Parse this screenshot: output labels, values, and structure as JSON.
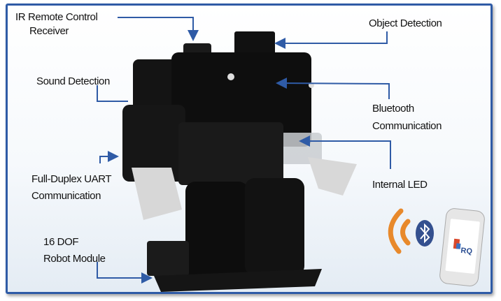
{
  "labels": {
    "ir_remote": [
      "IR Remote Control",
      "Receiver"
    ],
    "object_detection": "Object Detection",
    "sound_detection": "Sound Detection",
    "bluetooth": [
      "Bluetooth",
      "Communication"
    ],
    "internal_led": "Internal LED",
    "uart": [
      "Full-Duplex UART",
      "Communication"
    ],
    "dof": [
      "16 DOF",
      "Robot Module"
    ]
  },
  "phone_logo": "RQ",
  "colors": {
    "frame": "#2f5ba6",
    "arrow": "#2f5ba6",
    "signal": "#e8892b",
    "bluetooth": "#34508f"
  }
}
